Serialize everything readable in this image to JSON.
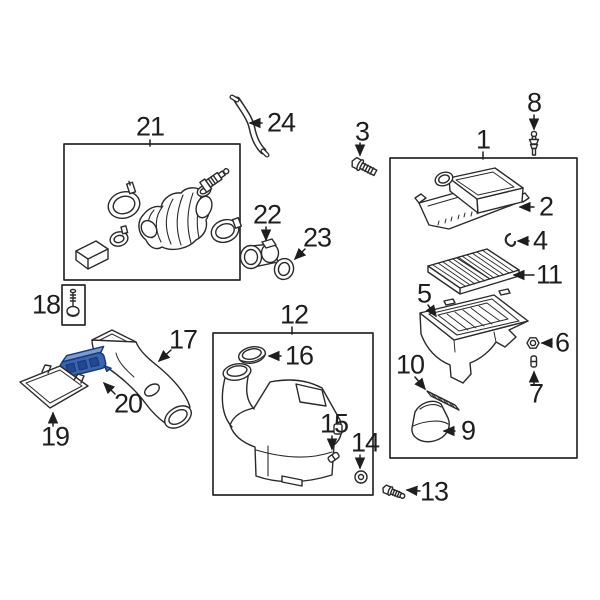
{
  "diagram": {
    "type": "exploded-parts-diagram",
    "background_color": "#ffffff",
    "line_color": "#2b2a29",
    "label_color": "#1f1d1e",
    "highlighted_part": {
      "number": "20",
      "fill": "#3a65ae",
      "fill_dark": "#24488f",
      "fill_light": "#7e9bd0",
      "outline": "#14397c"
    },
    "group_boxes": [
      "21",
      "1",
      "12",
      "18"
    ],
    "callouts": [
      "1",
      "2",
      "3",
      "4",
      "5",
      "6",
      "7",
      "8",
      "9",
      "10",
      "11",
      "12",
      "13",
      "14",
      "15",
      "16",
      "17",
      "18",
      "19",
      "20",
      "21",
      "22",
      "23",
      "24"
    ]
  }
}
